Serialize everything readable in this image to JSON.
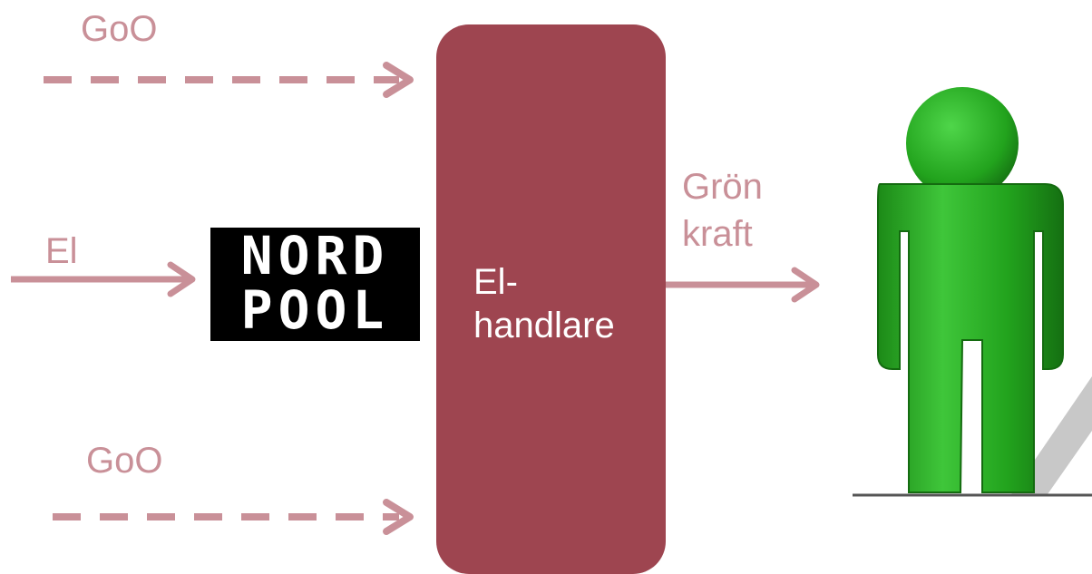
{
  "labels": {
    "goo_top": "GoO",
    "el": "El",
    "goo_bottom": "GoO",
    "gron_kraft": "Grön\nkraft"
  },
  "el_handlare": {
    "text": "El-\nhandlare"
  },
  "nordpool": {
    "line1": "NORD",
    "line2": "POOL"
  },
  "colors": {
    "arrow": "#c99098",
    "box": "#9e4550",
    "person": "#22a31d",
    "logo_bg": "#000000"
  },
  "icons": {
    "person": "person-icon",
    "logo": "nordpool-logo"
  }
}
